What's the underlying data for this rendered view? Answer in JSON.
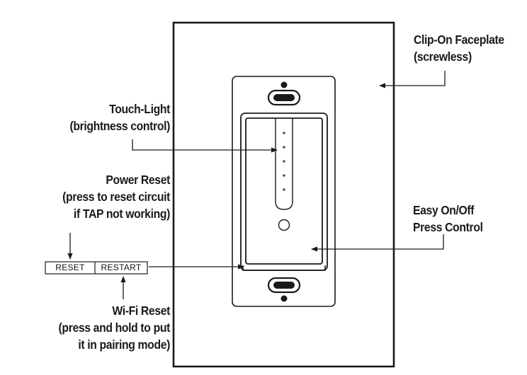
{
  "labels": {
    "clip_on_line1": "Clip-On Faceplate",
    "clip_on_line2": "(screwless)",
    "touch_light_line1": "Touch-Light",
    "touch_light_line2": "(brightness control)",
    "power_reset_line1": "Power Reset",
    "power_reset_line2": "(press to reset circuit",
    "power_reset_line3": "if TAP not working)",
    "easy_line1": "Easy On/Off",
    "easy_line2": "Press Control",
    "wifi_line1": "Wi-Fi Reset",
    "wifi_line2": "(press and hold to put",
    "wifi_line3": "it in pairing mode)"
  },
  "buttons": {
    "reset": "RESET",
    "restart": "RESTART"
  },
  "colors": {
    "ink": "#1a1a1a",
    "background": "#ffffff"
  },
  "icons": {
    "arrow": "arrow-icon",
    "led": "led-dot-icon",
    "screw_slot": "oval-slot-icon",
    "screw_hole": "screw-hole-icon"
  }
}
